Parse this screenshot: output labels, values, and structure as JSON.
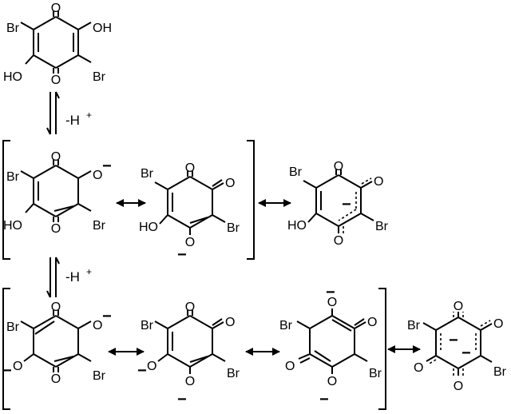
{
  "labels": {
    "br": "Br",
    "oh": "OH",
    "ho": "HO",
    "o": "O",
    "minus": "−",
    "deprotonation": "-H",
    "plus": "+"
  },
  "colors": {
    "ink": "#000000",
    "background": "#ffffff"
  }
}
